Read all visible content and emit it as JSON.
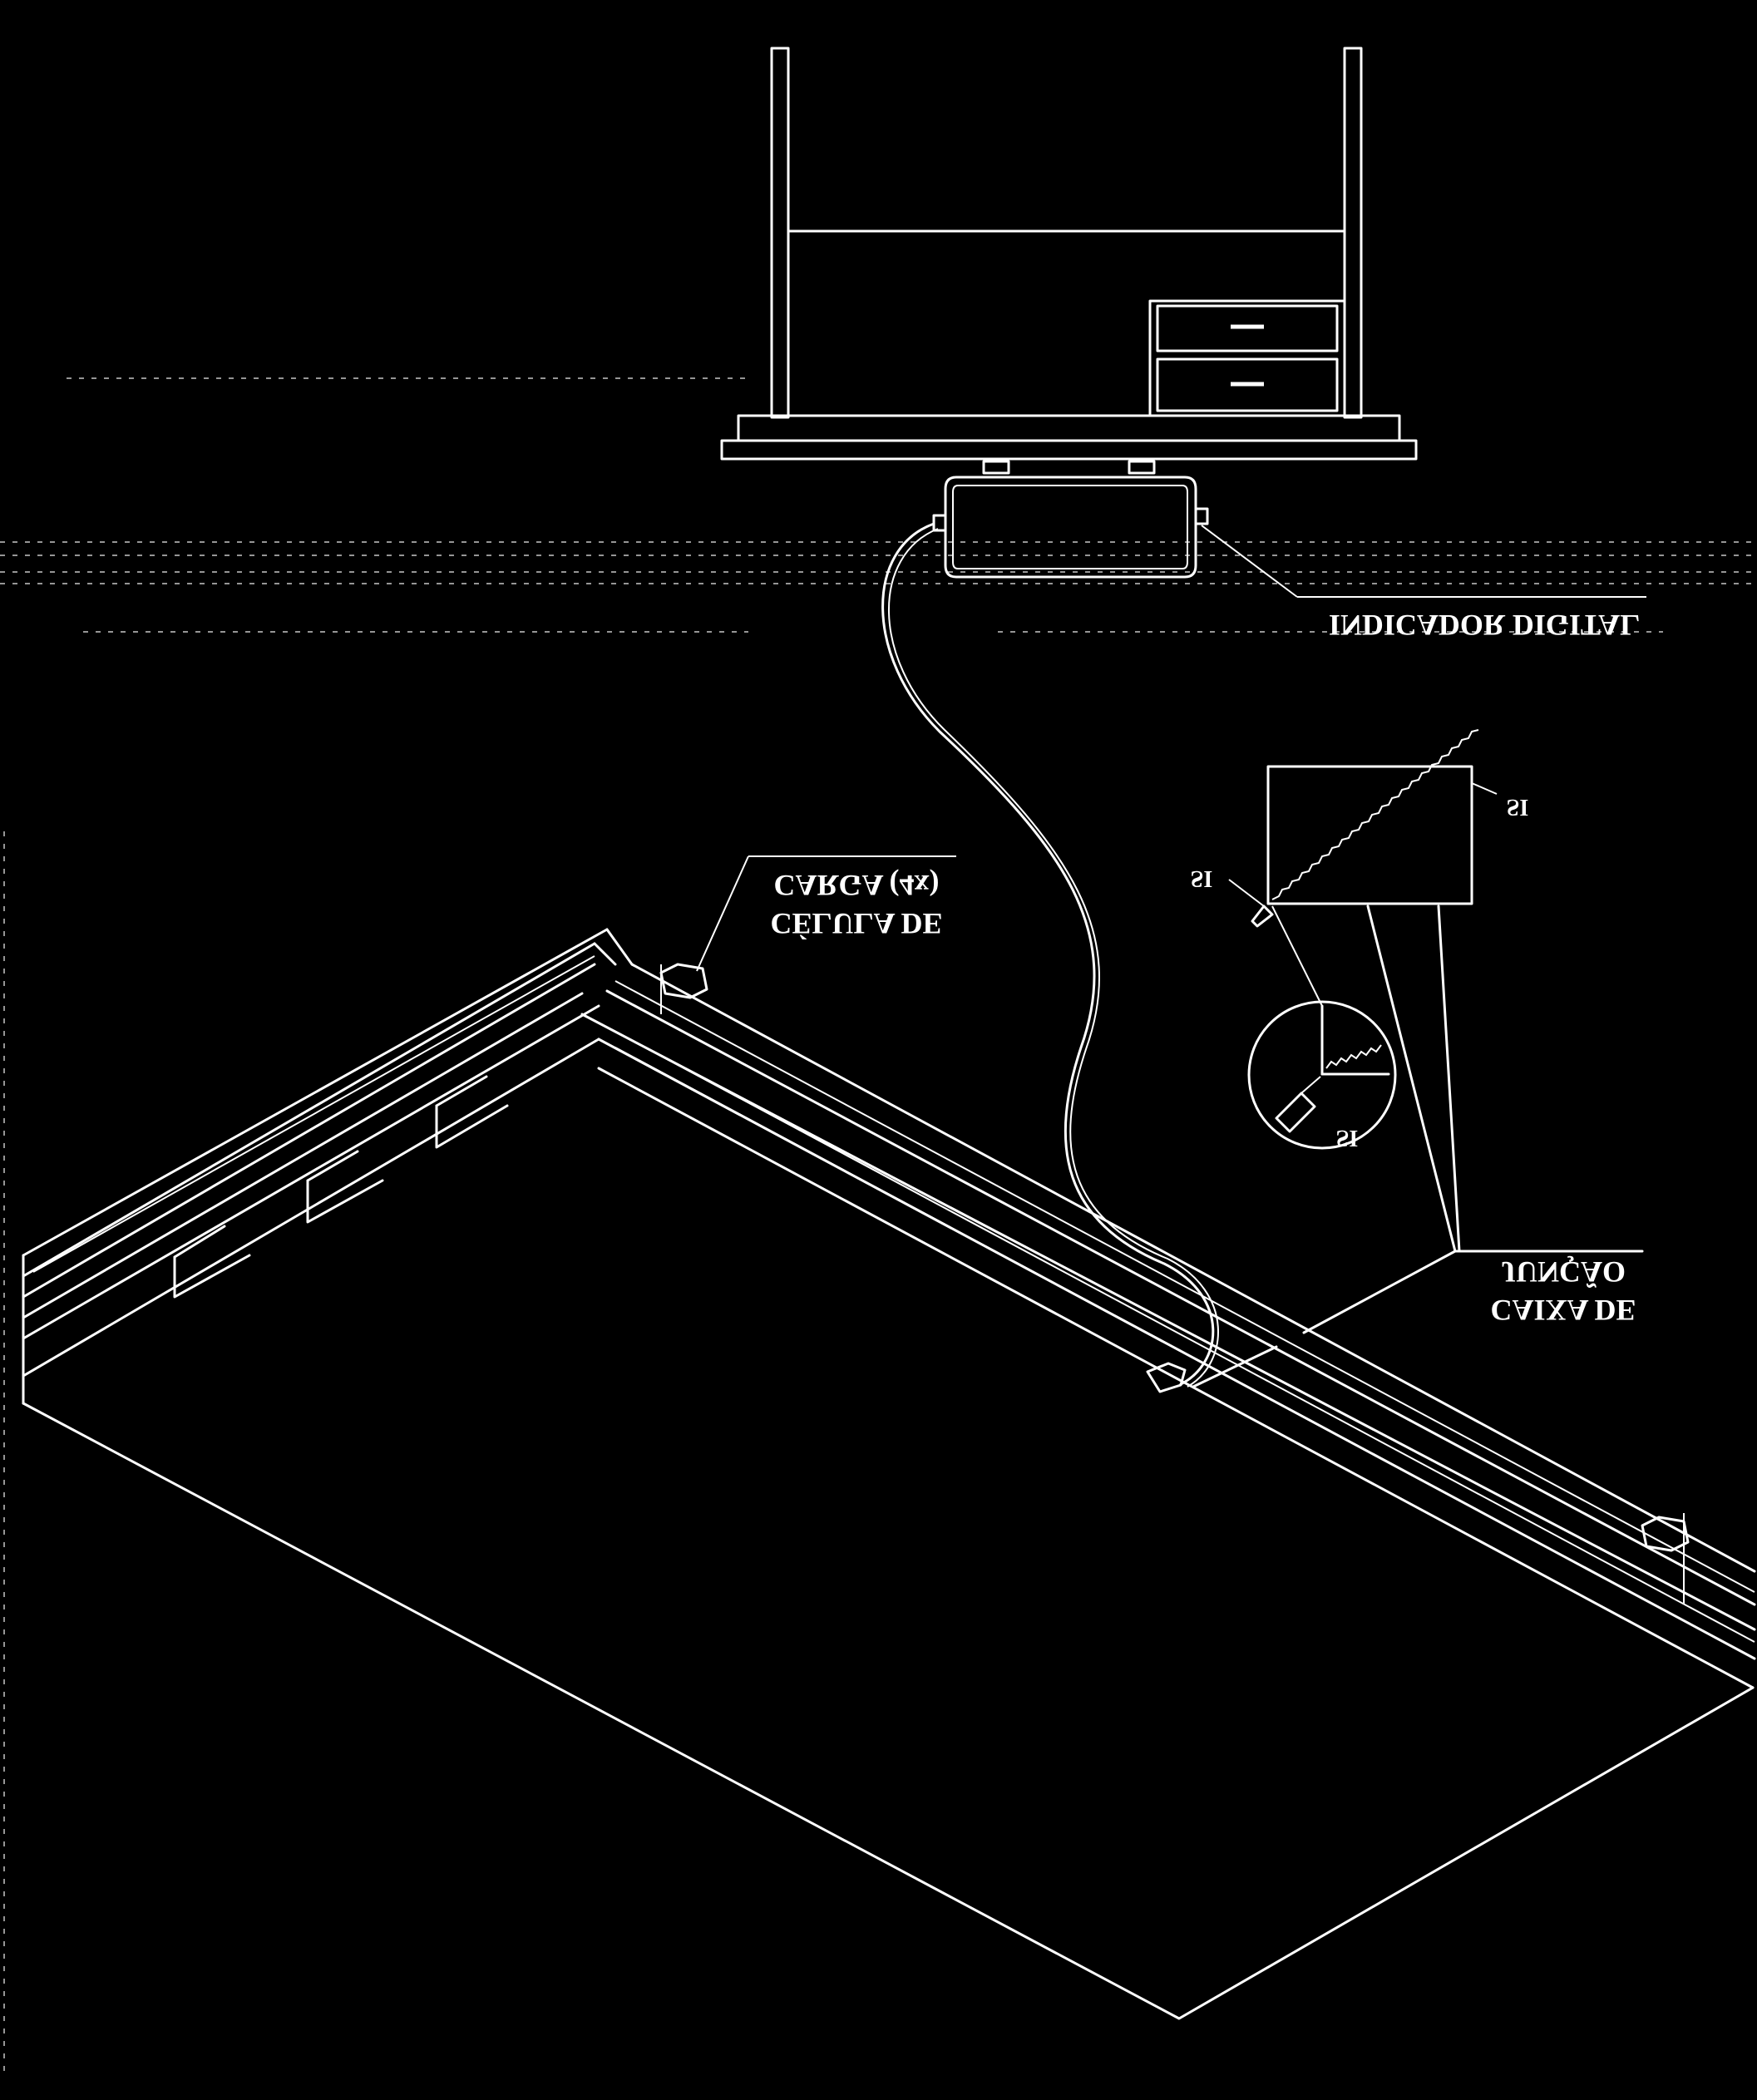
{
  "labels": {
    "indicador_digital": "INDICADOR DIGITAL",
    "celula_de_line1": "CÉLULA DE",
    "celula_de_line2": "CARGA (4x)",
    "caixa_de_line1": "CAIXA DE",
    "caixa_de_line2": "JUNÇÃO",
    "si_top_right": "SI",
    "si_top_left": "SI",
    "si_detail": "SI"
  },
  "rendering": {
    "text_mirrored_vertically": true,
    "background_color": "#000000",
    "line_color": "#ffffff"
  }
}
